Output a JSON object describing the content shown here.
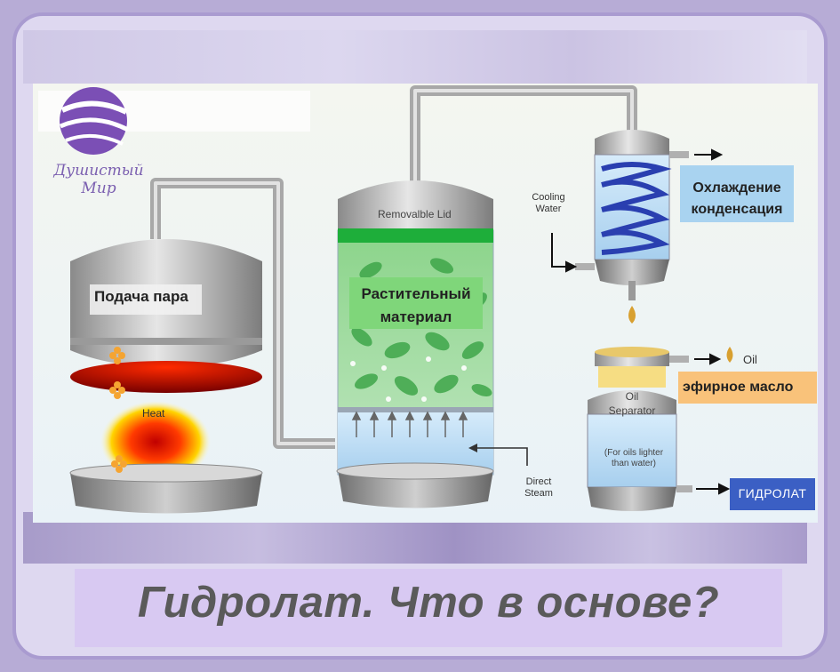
{
  "logo": {
    "line1": "Душистый",
    "line2": "Мир"
  },
  "caption": "Гидролат. Что в основе?",
  "labels": {
    "steam_supply": "Подача пара",
    "heat": "Heat",
    "lid": "Removalble Lid",
    "plant_line1": "Растительный",
    "plant_line2": "материал",
    "cooling_line1": "Cooling",
    "cooling_line2": "Water",
    "condense_line1": "Охлаждение",
    "condense_line2": "конденсация",
    "oil": "Oil",
    "essential_oil": "эфирное масло",
    "separator_line1": "Oil",
    "separator_line2": "Separator",
    "lighter_line1": "(For oils lighter",
    "lighter_line2": "than water)",
    "direct_line1": "Direct",
    "direct_line2": "Steam",
    "hydrolat": "ГИДРОЛАТ"
  },
  "colors": {
    "frame": "#b7acd6",
    "accent_purple": "#7b5fb0",
    "plant_green": "#78c878",
    "tag_green": "#7fd67a",
    "tag_blue": "#a9d3f0",
    "tag_orange": "#f9c27a",
    "tag_navy": "#3b5fc4",
    "coil_blue": "#2a3fb0"
  },
  "icons": [
    "logo-sphere-icon",
    "flame-icon",
    "droplet-icon",
    "arrow-icon",
    "leaf-icon"
  ]
}
